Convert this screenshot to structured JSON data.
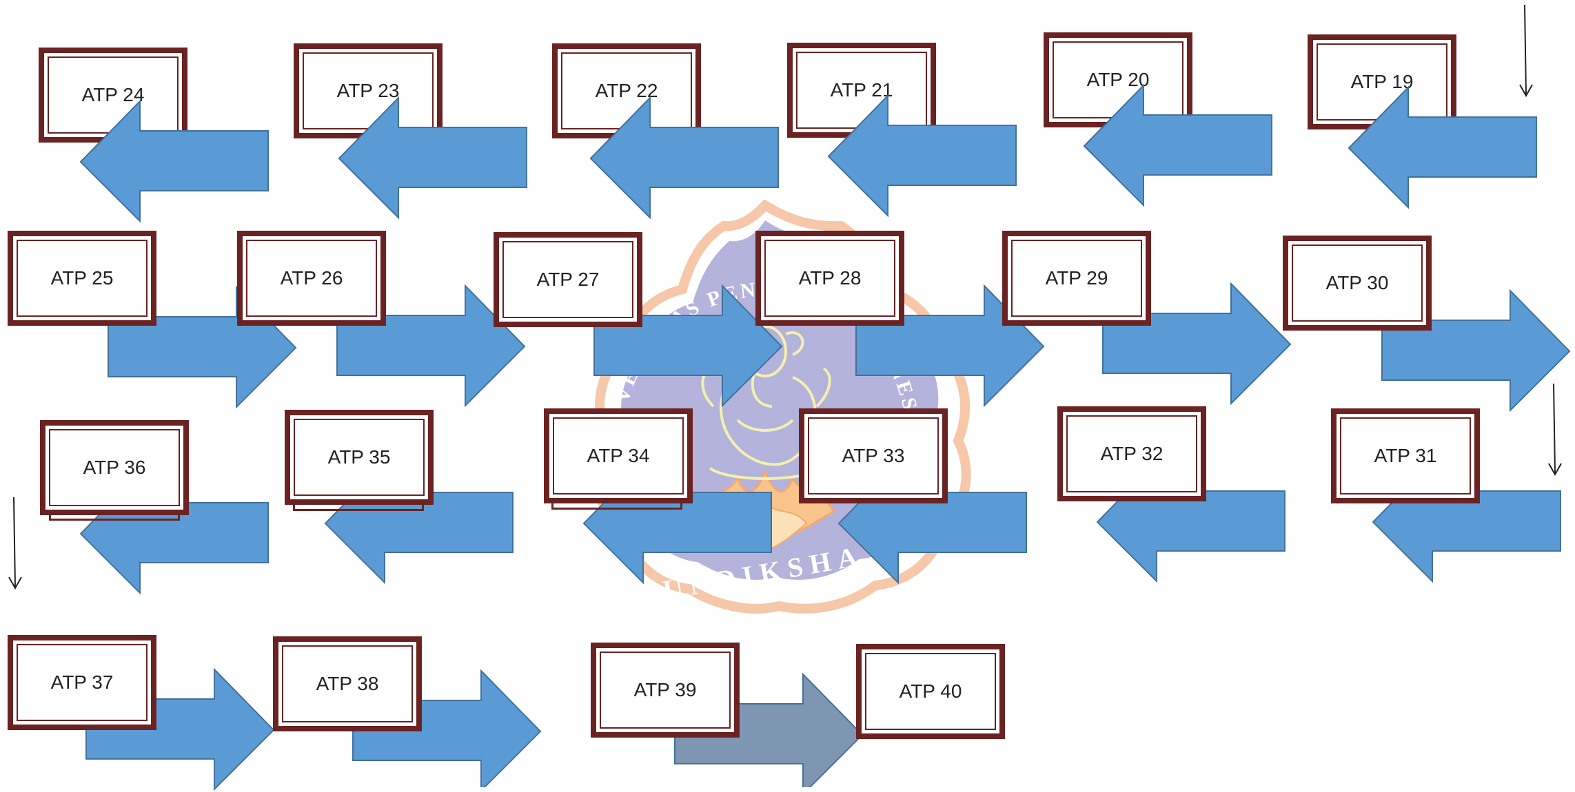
{
  "diagram": {
    "watermark": {
      "arc_text": "UNIVERSITAS PENDIDIKAN GANESHA",
      "bottom_text": "UNDIKSHA"
    },
    "colors": {
      "box_border": "#6b2222",
      "arrow_fill": "#5b9bd5",
      "arrow_stroke": "#41719c",
      "arrow_last_fill": "#7f96b2"
    },
    "rows": [
      {
        "direction": "left",
        "labels": [
          "ATP 24",
          "ATP 23",
          "ATP 22",
          "ATP 21",
          "ATP 20",
          "ATP 19"
        ]
      },
      {
        "direction": "right",
        "labels": [
          "ATP 25",
          "ATP 26",
          "ATP 27",
          "ATP 28",
          "ATP 29",
          "ATP 30"
        ]
      },
      {
        "direction": "left",
        "labels": [
          "ATP 36",
          "ATP 35",
          "ATP 34",
          "ATP 33",
          "ATP 32",
          "ATP 31"
        ]
      },
      {
        "direction": "right",
        "labels": [
          "ATP 37",
          "ATP 38",
          "ATP 39",
          "ATP 40"
        ]
      }
    ]
  }
}
